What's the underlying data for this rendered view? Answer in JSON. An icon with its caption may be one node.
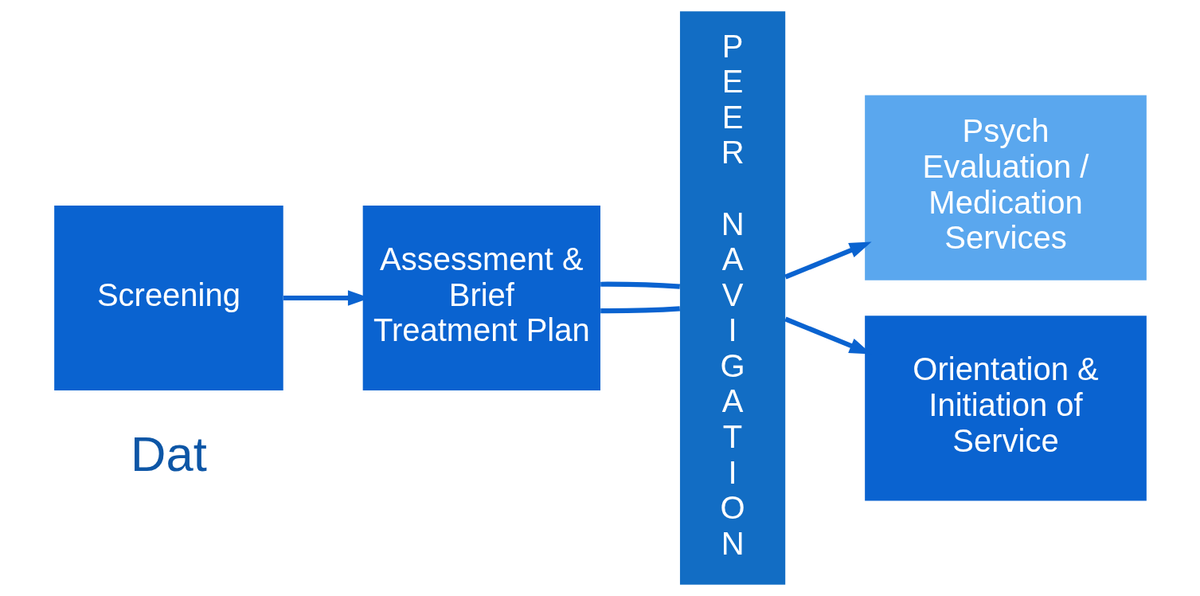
{
  "diagram": {
    "nodes": [
      {
        "text": [
          "Screening"
        ]
      },
      {
        "text": [
          "Assessment & Brief Treatment Plan"
        ]
      },
      {
        "text": [
          "PEER NAVIGATION"
        ]
      },
      {
        "text": [
          "Psych Evaluation / Medication Services"
        ]
      },
      {
        "text": [
          "Orientation & Initiation of Service"
        ]
      }
    ],
    "edges": [
      {
        "from": 0,
        "to": 1,
        "arrow": "to"
      },
      {
        "from": 1,
        "to": 2,
        "arrow": "none"
      },
      {
        "from": 1,
        "to": 2,
        "arrow": "none"
      },
      {
        "from": 2,
        "to": 3,
        "arrow": "to"
      },
      {
        "from": 2,
        "to": 4,
        "arrow": "to"
      }
    ],
    "labels": [
      "Dat"
    ]
  }
}
